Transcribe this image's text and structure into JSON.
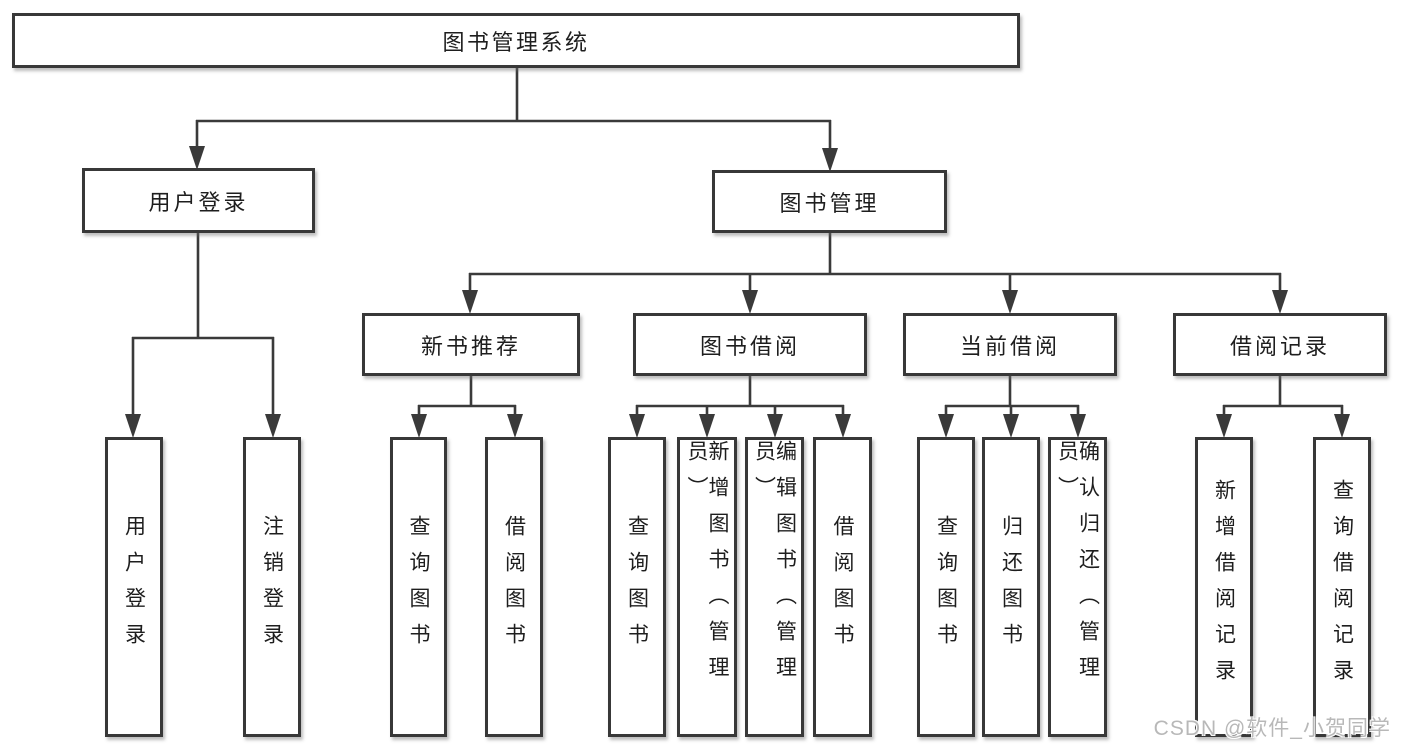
{
  "tree": {
    "root": {
      "label": "图书管理系统"
    },
    "branches": [
      {
        "label": "用户登录",
        "children": [
          {
            "label": "用户登录"
          },
          {
            "label": "注销登录"
          }
        ]
      },
      {
        "label": "图书管理",
        "children": [
          {
            "label": "新书推荐",
            "children": [
              {
                "label": "查询图书"
              },
              {
                "label": "借阅图书"
              }
            ]
          },
          {
            "label": "图书借阅",
            "children": [
              {
                "label": "查询图书"
              },
              {
                "label": "新增图书（管理员）"
              },
              {
                "label": "编辑图书（管理员）"
              },
              {
                "label": "借阅图书"
              }
            ]
          },
          {
            "label": "当前借阅",
            "children": [
              {
                "label": "查询图书"
              },
              {
                "label": "归还图书"
              },
              {
                "label": "确认归还（管理员）"
              }
            ]
          },
          {
            "label": "借阅记录",
            "children": [
              {
                "label": "新增借阅记录"
              },
              {
                "label": "查询借阅记录"
              }
            ]
          }
        ]
      }
    ]
  },
  "watermark": {
    "text": "CSDN @软件_小贺同学"
  },
  "colors": {
    "line": "#3a3a3a",
    "border": "#383838",
    "text": "#1e1e1e",
    "background": "#ffffff",
    "watermark": "#b8b8b8"
  }
}
